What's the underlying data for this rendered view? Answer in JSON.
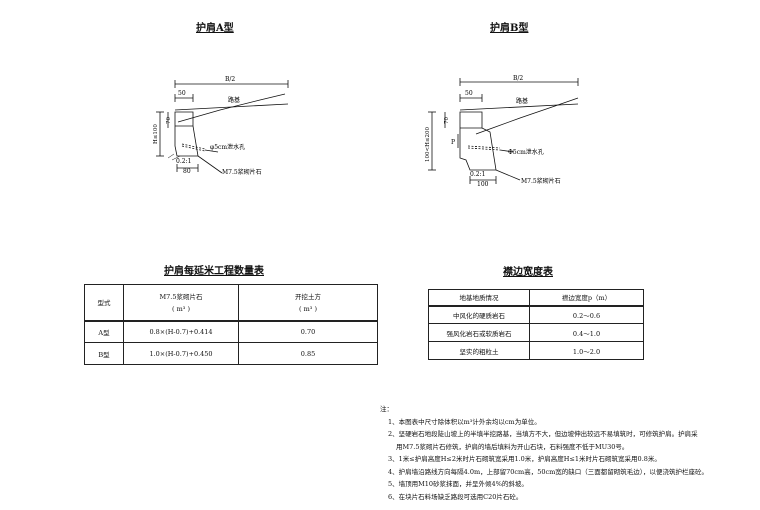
{
  "diagram_a": {
    "title": "护肩A型",
    "dim_top": "B/2",
    "dim_50": "50",
    "dim_70": "70",
    "dim_height": "H≤100",
    "label_road": "路基",
    "label_drain": "φ5cm泄水孔",
    "label_slope": "0.2:1",
    "dim_bottom": "80",
    "label_material": "M7.5浆砌片石"
  },
  "diagram_b": {
    "title": "护肩B型",
    "dim_top": "B/2",
    "dim_50": "50",
    "dim_70": "70",
    "dim_height": "100<H≤200",
    "label_p": "P",
    "label_road": "路基",
    "label_drain": "Φ5cm泄水孔",
    "label_slope": "0.2:1",
    "dim_bottom": "100",
    "label_material": "M7.5浆砌片石"
  },
  "table_quantity": {
    "title": "护肩每延米工程数量表",
    "headers": [
      "型式",
      "M7.5浆砌片石",
      "开挖土方"
    ],
    "unit": "( m³ )",
    "rows": [
      [
        "A型",
        "0.8×(H-0.7)+0.414",
        "0.70"
      ],
      [
        "B型",
        "1.0×(H-0.7)+0.450",
        "0.85"
      ]
    ]
  },
  "table_width": {
    "title": "襟边宽度表",
    "headers": [
      "地基地质情况",
      "襟边宽度p（m）"
    ],
    "rows": [
      [
        "中风化的硬质岩石",
        "0.2～0.6"
      ],
      [
        "强风化岩石或软质岩石",
        "0.4～1.0"
      ],
      [
        "坚实的粗粒土",
        "1.0～2.0"
      ]
    ]
  },
  "notes": {
    "heading": "注：",
    "items": [
      "1、本图表中尺寸除体积以m³计外余均以cm为单位。",
      "2、坚硬岩石地段陡山坡上的半填半挖路基，当填方不大，但边坡伸出较远不易填筑时，可修筑护肩。护肩采",
      "用M7.5浆砌片石修筑，护肩的墙后填料为开山石块，石料强度不低于MU30号。",
      "3、1米≤护肩高度H≤2米时片石砌筑宽采用1.0米，护肩高度H≤1米时片石砌筑宽采用0.8米。",
      "4、护肩墙沿路线方向每隔4.0m，上部留70cm高，50cm宽的缺口（三面都留砌筑毛边），以便浇筑护栏座砼。",
      "5、墙顶用M10砂浆抹面，并呈外倾4%的斜坡。",
      "6、在块片石料场缺乏路段可选用C20片石砼。"
    ]
  }
}
